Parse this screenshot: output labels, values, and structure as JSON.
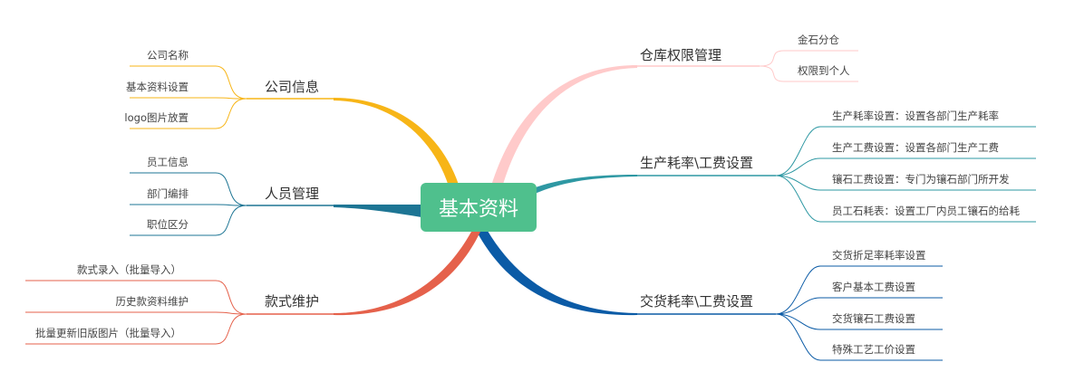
{
  "center": {
    "label": "基本资料",
    "color": "#4fc08d"
  },
  "branches": [
    {
      "id": "warehouse",
      "label": "仓库权限管理",
      "color": "#ffcaca",
      "leaves": [
        "金石分仓",
        "权限到个人"
      ]
    },
    {
      "id": "production",
      "label": "生产耗率\\工费设置",
      "color": "#2e98a3",
      "leaves": [
        "生产耗率设置：设置各部门生产耗率",
        "生产工费设置：设置各部门生产工费",
        "镶石工费设置：专门为镶石部门所开发",
        "员工石耗表：设置工厂内员工镶石的给耗"
      ]
    },
    {
      "id": "delivery",
      "label": "交货耗率\\工费设置",
      "color": "#0b5ba6",
      "leaves": [
        "交货折足率耗率设置",
        "客户基本工费设置",
        "交货镶石工费设置",
        "特殊工艺工价设置"
      ]
    },
    {
      "id": "company",
      "label": "公司信息",
      "color": "#f7b517",
      "leaves": [
        "公司名称",
        "基本资料设置",
        "logo图片放置"
      ]
    },
    {
      "id": "staff",
      "label": "人员管理",
      "color": "#1d7594",
      "leaves": [
        "员工信息",
        "部门编排",
        "职位区分"
      ]
    },
    {
      "id": "style",
      "label": "款式维护",
      "color": "#e5614b",
      "leaves": [
        "款式录入（批量导入）",
        "历史款资料维护",
        "批量更新旧版图片（批量导入）"
      ]
    }
  ]
}
